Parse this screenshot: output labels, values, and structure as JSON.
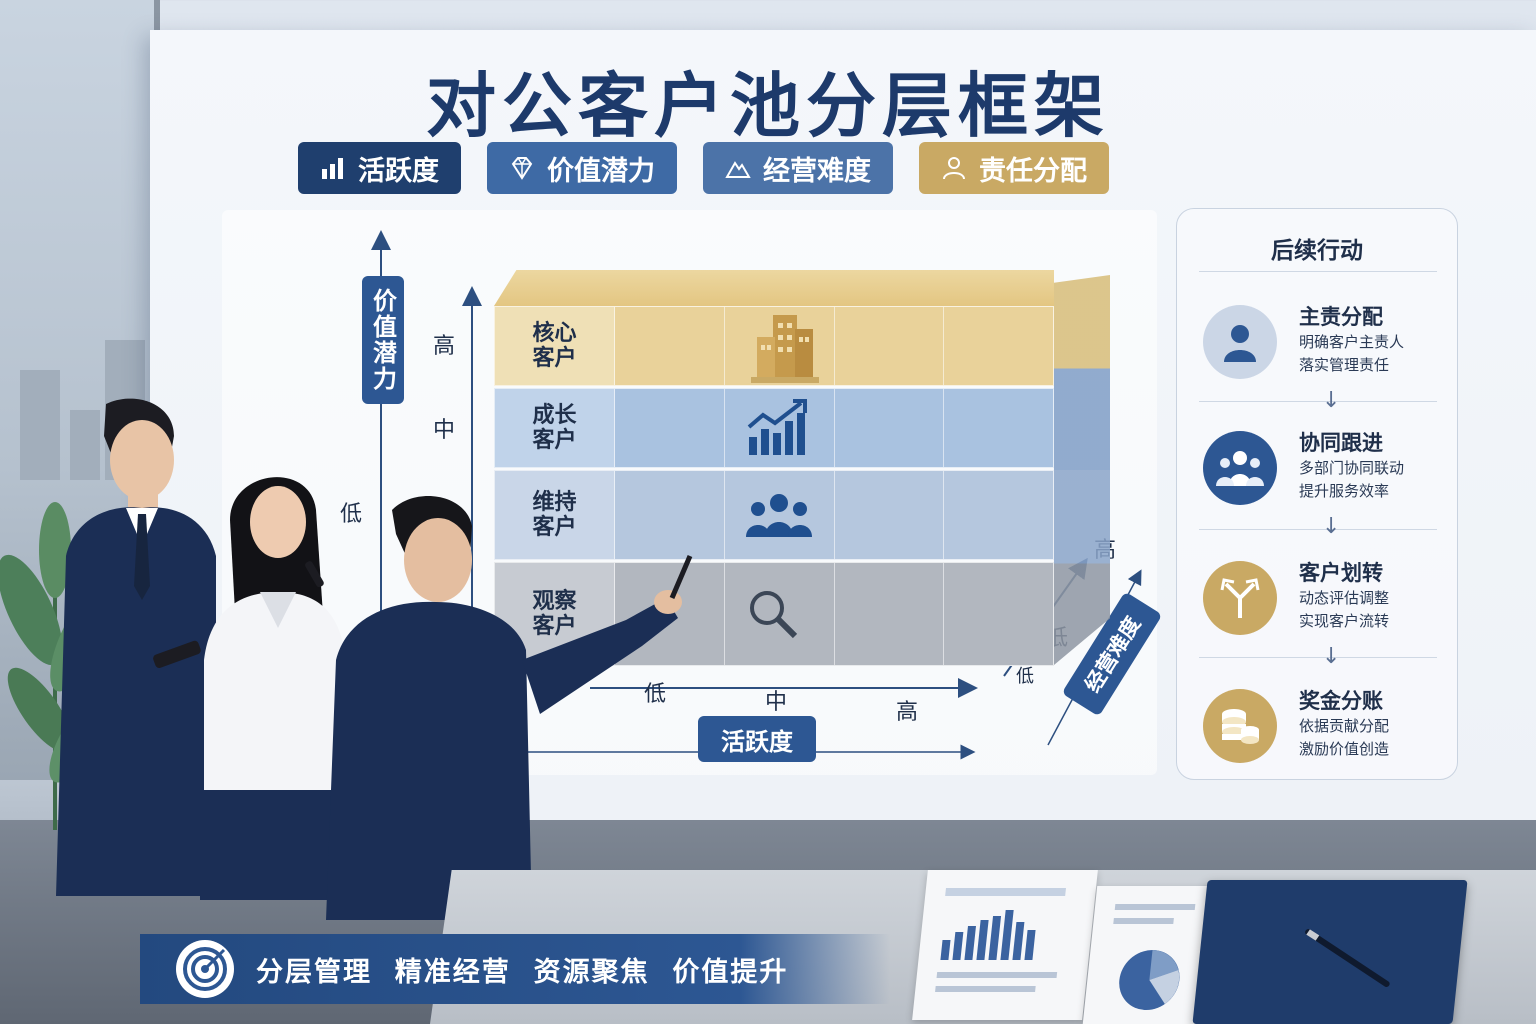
{
  "title": "对公客户池分层框架",
  "tags": [
    {
      "label": "活跃度",
      "icon": "bar-chart-icon",
      "color": "#1f3f6e"
    },
    {
      "label": "价值潜力",
      "icon": "diamond-icon",
      "color": "#3e6aa5"
    },
    {
      "label": "经营难度",
      "icon": "mountain-icon",
      "color": "#4c73a8"
    },
    {
      "label": "责任分配",
      "icon": "person-icon",
      "color": "#c9a964"
    }
  ],
  "axes": {
    "vertical": {
      "label": "价值潜力",
      "ticks": [
        "高",
        "中",
        "低"
      ]
    },
    "horizontal": {
      "label": "活跃度",
      "ticks": [
        "低",
        "中",
        "高"
      ]
    },
    "depth": {
      "label": "经营难度",
      "ticks": [
        "高",
        "低",
        "低"
      ]
    }
  },
  "layers": [
    {
      "name": "核心\n客户",
      "icon": "building-icon",
      "color": "#e9d29a"
    },
    {
      "name": "成长\n客户",
      "icon": "growth-chart-icon",
      "color": "#a9c2e0"
    },
    {
      "name": "维持\n客户",
      "icon": "group-icon",
      "color": "#b5c7de"
    },
    {
      "name": "观察\n客户",
      "icon": "magnifier-icon",
      "color": "#b2b7bf"
    }
  ],
  "actions": {
    "header": "后续行动",
    "items": [
      {
        "title": "主责分配",
        "desc1": "明确客户主责人",
        "desc2": "落实管理责任",
        "icon": "person-icon",
        "color": "#2d5793"
      },
      {
        "title": "协同跟进",
        "desc1": "多部门协同联动",
        "desc2": "提升服务效率",
        "icon": "team-icon",
        "color": "#2d5793"
      },
      {
        "title": "客户划转",
        "desc1": "动态评估调整",
        "desc2": "实现客户流转",
        "icon": "split-arrow-icon",
        "color": "#c9a964"
      },
      {
        "title": "奖金分账",
        "desc1": "依据贡献分配",
        "desc2": "激励价值创造",
        "icon": "coins-icon",
        "color": "#c9a964"
      }
    ]
  },
  "slogan": "分层管理  精准经营  资源聚焦  价值提升"
}
